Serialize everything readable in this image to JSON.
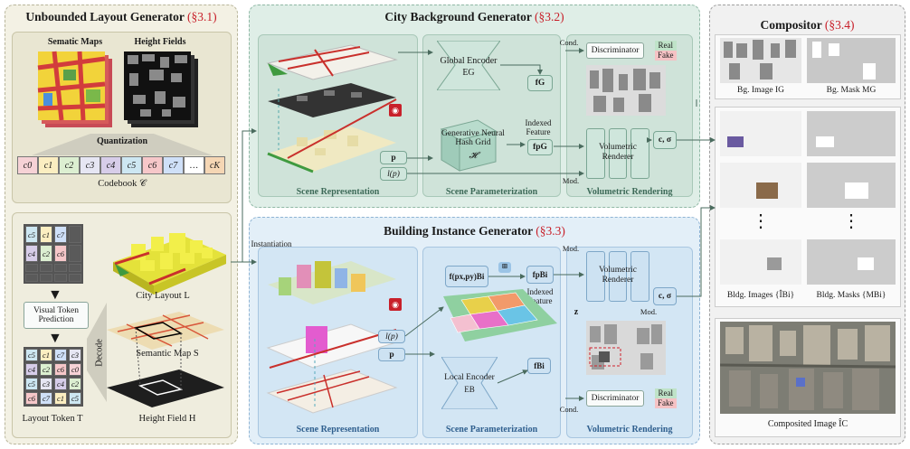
{
  "panels": {
    "unbounded": {
      "title": "Unbounded Layout Generator",
      "ref": "(§3.1)",
      "semantic_maps": "Sematic Maps",
      "height_fields": "Height Fields",
      "quantization": "Quantization",
      "codebook_label": "Codebook 𝒞",
      "codebook": [
        {
          "label": "c0",
          "color": "#f6d2d6"
        },
        {
          "label": "c1",
          "color": "#fbeec1"
        },
        {
          "label": "c2",
          "color": "#dcefd1"
        },
        {
          "label": "c3",
          "color": "#e6e6f3"
        },
        {
          "label": "c4",
          "color": "#d7cde9"
        },
        {
          "label": "c5",
          "color": "#cde7f2"
        },
        {
          "label": "c6",
          "color": "#f6c7c9"
        },
        {
          "label": "c7",
          "color": "#cfe0f8"
        },
        {
          "label": "…",
          "color": "#ffffff"
        },
        {
          "label": "cK",
          "color": "#f5d6b4"
        }
      ],
      "token_grid_top": [
        [
          "c5",
          "c1",
          "c7",
          ""
        ],
        [
          "c4",
          "c2",
          "c6",
          ""
        ],
        [
          "",
          "",
          "",
          ""
        ],
        [
          "",
          "",
          "",
          ""
        ]
      ],
      "token_grid_bottom": [
        [
          "c5",
          "c1",
          "c7",
          "c3"
        ],
        [
          "c4",
          "c2",
          "c6",
          "c0"
        ],
        [
          "c5",
          "c3",
          "c4",
          "c2"
        ],
        [
          "c6",
          "c7",
          "c1",
          "c5"
        ]
      ],
      "visual_token_prediction": "Visual Token Prediction",
      "layout_token": "Layout Token T",
      "decode": "Decode",
      "city_layout": "City Layout L",
      "semantic_map": "Semantic Map S",
      "height_field": "Height Field H"
    },
    "city": {
      "title": "City Background Generator",
      "ref": "(§3.2)",
      "global_encoder": "Global Encoder",
      "global_encoder_sub": "EG",
      "fG": "fG",
      "hash_grid": "Generative Neural Hash Grid",
      "hash_grid_sub": "𝓗",
      "indexed_feature": "Indexed Feature",
      "fGp": "fpG",
      "p": "p",
      "lp": "l(p)",
      "cond": "Cond.",
      "mod": "Mod.",
      "discriminator": "Discriminator",
      "real": "Real",
      "fake": "Fake",
      "volumetric_renderer": "Volumetric Renderer",
      "c_sigma": "c, σ",
      "scene_representation": "Scene Representation",
      "scene_parameterization": "Scene Parameterization",
      "volumetric_rendering": "Volumetric Rendering"
    },
    "building": {
      "title": "Building Instance Generator",
      "ref": "(§3.3)",
      "instantiation": "Instantiation",
      "fB_pxpy": "f(px,py)Bi",
      "fBp": "fpBi",
      "indexed_feature": "Indexed Feature",
      "local_encoder": "Local Encoder",
      "local_encoder_sub": "EB",
      "fB": "fBi",
      "lp": "l(p)",
      "p": "p",
      "z": "z",
      "mod": "Mod.",
      "cond": "Cond.",
      "volumetric_renderer": "Volumetric Renderer",
      "c_sigma": "c, σ",
      "discriminator": "Discriminator",
      "real": "Real",
      "fake": "Fake",
      "scene_representation": "Scene Representation",
      "scene_parameterization": "Scene Parameterization",
      "volumetric_rendering": "Volumetric Rendering"
    },
    "compositor": {
      "title": "Compositor",
      "ref": "(§3.4)",
      "bg_image": "Bg. Image IG",
      "bg_mask": "Bg. Mask MG",
      "bldg_images": "Bldg. Images {ÎBi}",
      "bldg_masks": "Bldg. Masks {MBi}",
      "composited": "Composited Image ÎC",
      "ellipsis": "⋮"
    }
  },
  "colors": {
    "accent_red": "#c8202a",
    "city_panel": "#dfeee7",
    "building_panel": "#e3eff8",
    "layout_panel": "#f3f1e4",
    "compositor_panel": "#f1f1f1"
  }
}
